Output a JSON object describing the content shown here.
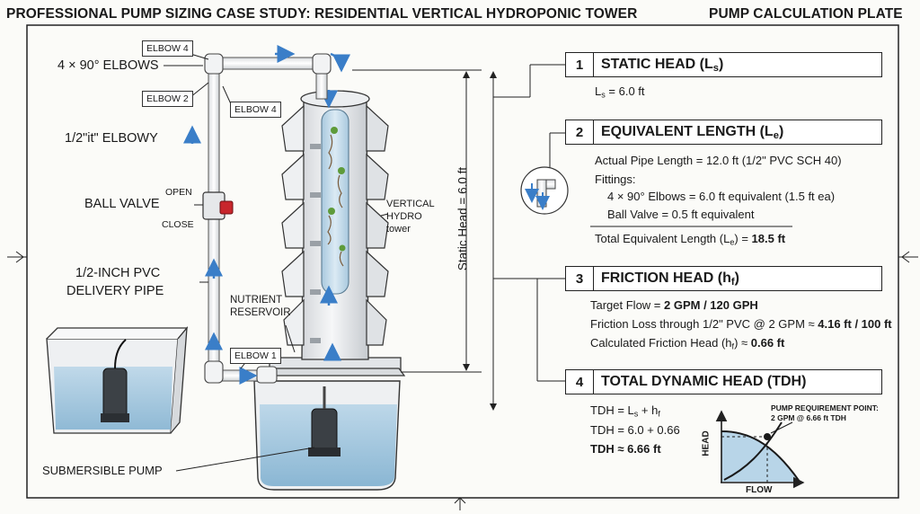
{
  "header": {
    "title": "PROFESSIONAL PUMP SIZING CASE STUDY: RESIDENTIAL VERTICAL HYDROPONIC TOWER",
    "plate": "PUMP CALCULATION PLATE"
  },
  "diagram": {
    "elbows_callout": "4 × 90° ELBOWS",
    "elbow_4_top": "ELBOW 4",
    "elbow_4_right": "ELBOW 4",
    "elbow_2": "ELBOW 2",
    "elbow_1": "ELBOW 1",
    "elbowy_callout": "1/2\"it\" ELBOWY",
    "ball_valve": "BALL VALVE",
    "open": "OPEN",
    "close": "CLOSE",
    "pipe_callout_1": "1/2-INCH PVC",
    "pipe_callout_2": "DELIVERY PIPE",
    "nutrient_1": "NUTRIENT",
    "nutrient_2": "RESERVOIR",
    "tower_1": "VERTICAL",
    "tower_2": "HYDRO",
    "tower_3": "tower",
    "static_dim": "Static Head = 6.0 ft",
    "pump_callout": "SUBMERSIBLE PUMP"
  },
  "steps": [
    {
      "num": "1",
      "title": "STATIC HEAD (L",
      "title_sub": "s",
      "lines": {
        "formula_pre": "L",
        "formula_sub": "s",
        "formula_post": " = 6.0 ft"
      }
    },
    {
      "num": "2",
      "title": "EQUIVALENT LENGTH (L",
      "title_sub": "e",
      "lines": {
        "actual": "Actual Pipe Length = 12.0 ft (1/2\" PVC SCH 40)",
        "fittings": "Fittings:",
        "elbows": "4 × 90° Elbows = 6.0 ft equivalent (1.5 ft ea)",
        "valve": "Ball Valve = 0.5 ft equivalent",
        "total_pre": "Total Equivalent Length (L",
        "total_sub": "e",
        "total_mid": ") = ",
        "total_val": "18.5 ft"
      }
    },
    {
      "num": "3",
      "title": "FRICTION HEAD (h",
      "title_sub": "f",
      "lines": {
        "flow_pre": "Target Flow = ",
        "flow_val": "2 GPM / 120 GPH",
        "loss_pre": "Friction Loss through 1/2\" PVC @ 2 GPM ≈ ",
        "loss_val": "4.16 ft / 100 ft",
        "calc_pre": "Calculated Friction Head (h",
        "calc_sub": "f",
        "calc_mid": ") ≈ ",
        "calc_val": "0.66 ft"
      }
    },
    {
      "num": "4",
      "title": "TOTAL DYNAMIC HEAD (TDH)",
      "title_sub": "",
      "lines": {
        "f1_pre": "TDH = L",
        "f1_sub1": "s",
        "f1_mid": " + h",
        "f1_sub2": "f",
        "f2": "TDH = 6.0 + 0.66",
        "f3": "TDH ≈ 6.66 ft"
      }
    }
  ],
  "pump_chart": {
    "note_1": "PUMP REQUIREMENT POINT:",
    "note_2": "2 GPM @ 6.66 ft TDH",
    "x_label": "FLOW",
    "y_label": "HEAD"
  }
}
